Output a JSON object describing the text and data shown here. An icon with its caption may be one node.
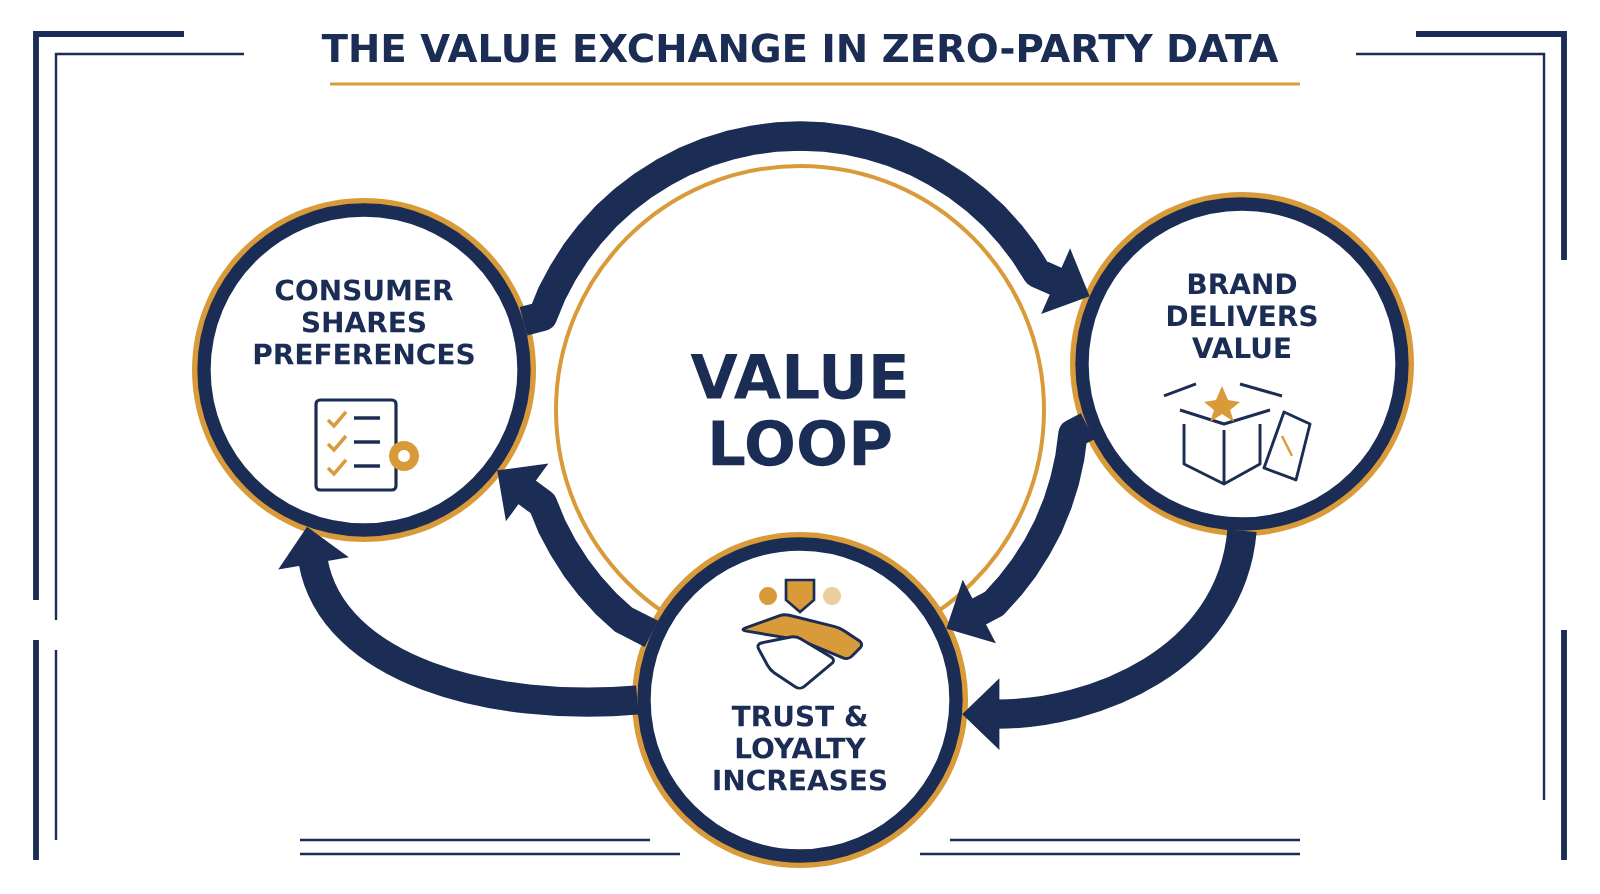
{
  "diagram": {
    "title": "THE VALUE EXCHANGE IN ZERO-PARTY DATA",
    "nodes": [
      {
        "text": [
          "CONSUMER SHARES PREFERENCES"
        ]
      },
      {
        "text": [
          "BRAND DELIVERS VALUE"
        ]
      },
      {
        "text": [
          "TRUST & LOYALTY INCREASES"
        ]
      },
      {
        "text": [
          "VALUE LOOP"
        ]
      }
    ],
    "edges": [
      {
        "from": 0,
        "to": 1,
        "arrow": "to"
      },
      {
        "from": 1,
        "to": 2,
        "arrow": "to"
      },
      {
        "from": 1,
        "to": 2,
        "arrow": "to"
      },
      {
        "from": 2,
        "to": 0,
        "arrow": "to"
      },
      {
        "from": 2,
        "to": 0,
        "arrow": "to"
      }
    ]
  }
}
